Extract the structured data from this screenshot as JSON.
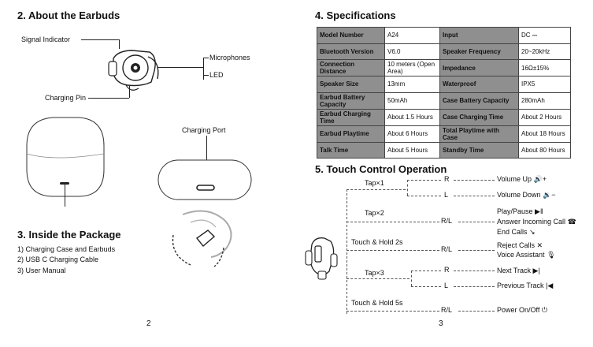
{
  "left": {
    "about_title": "2. About the Earbuds",
    "labels": {
      "signal_indicator": "Signal Indicator",
      "microphones": "Microphones",
      "led": "LED",
      "charging_pin": "Charging Pin",
      "charging_port": "Charging Port"
    },
    "package_title": "3. Inside the Package",
    "package_items": [
      "1) Charging Case and Earbuds",
      "2) USB C Charging Cable",
      "3) User Manual"
    ],
    "page_number": "2"
  },
  "right": {
    "spec_title": "4. Specifications",
    "spec_rows": [
      {
        "k1": "Model Number",
        "v1": "A24",
        "k2": "Input",
        "v2": "DC ⎓"
      },
      {
        "k1": "Bluetooth Version",
        "v1": "V6.0",
        "k2": "Speaker Frequency",
        "v2": "20~20kHz"
      },
      {
        "k1": "Connection Distance",
        "v1": "10 meters (Open Area)",
        "k2": "Impedance",
        "v2": "16Ω±15%"
      },
      {
        "k1": "Speaker Size",
        "v1": "13mm",
        "k2": "Waterproof",
        "v2": "IPX5"
      },
      {
        "k1": "Earbud Battery Capacity",
        "v1": "50mAh",
        "k2": "Case Battery Capacity",
        "v2": "280mAh"
      },
      {
        "k1": "Earbud Charging Time",
        "v1": "About 1.5 Hours",
        "k2": "Case Charging Time",
        "v2": "About 2 Hours"
      },
      {
        "k1": "Earbud Playtime",
        "v1": "About 6 Hours",
        "k2": "Total Playtime with Case",
        "v2": "About 18 Hours"
      },
      {
        "k1": "Talk Time",
        "v1": "About 5 Hours",
        "k2": "Standby Time",
        "v2": "About 80 Hours"
      }
    ],
    "touch_title": "5. Touch Control Operation",
    "gestures": {
      "tap1": "Tap×1",
      "tap2": "Tap×2",
      "hold2": "Touch & Hold 2s",
      "tap3": "Tap×3",
      "hold5": "Touch & Hold 5s"
    },
    "sides": {
      "r": "R",
      "l": "L",
      "rl": "R/L"
    },
    "actions": {
      "vol_up": "Volume Up",
      "vol_down": "Volume Down",
      "play_pause": "Play/Pause",
      "answer_call": "Answer Incoming Call",
      "end_calls": "End Calls",
      "reject_calls": "Reject Calls",
      "voice_assistant": "Voice Assistant",
      "next_track": "Next Track",
      "prev_track": "Previous Track",
      "power": "Power On/Off"
    },
    "page_number": "3"
  }
}
